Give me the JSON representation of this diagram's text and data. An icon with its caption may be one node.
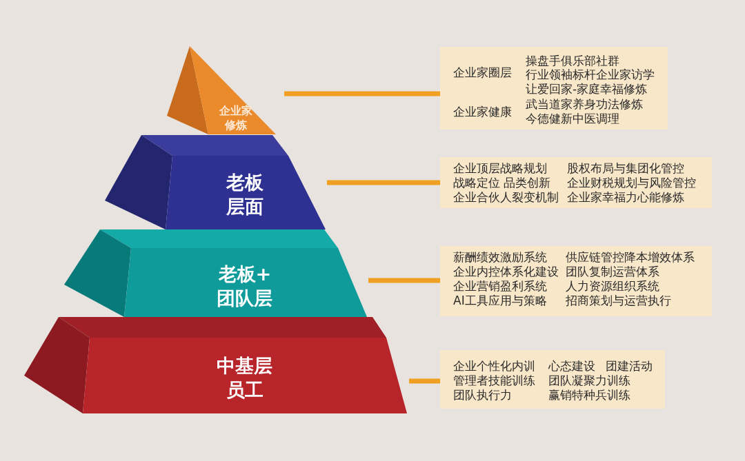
{
  "diagram": {
    "nodes": [
      {
        "text": [
          "企业家修炼"
        ]
      },
      {
        "text": [
          "老板层面"
        ]
      },
      {
        "text": [
          "老板+团队层"
        ]
      },
      {
        "text": [
          "中基层员工"
        ]
      },
      {
        "text": [
          "企业家圈层",
          "操盘手俱乐部社群",
          "行业领袖标杆企业家访学",
          "让爱回家-家庭幸福修炼",
          "企业家健康",
          "武当道家养身功法修炼",
          "今德健新中医调理"
        ]
      },
      {
        "text": [
          "企业顶层战略规划",
          "股权布局与集团化管控",
          "战略定位 品类创新",
          "企业财税规划与风险管控",
          "企业合伙人裂变机制",
          "企业家幸福力心能修炼"
        ]
      },
      {
        "text": [
          "薪酬绩效激励系统",
          "供应链管控降本增效体系",
          "企业内控体系化建设",
          "团队复制运营体系",
          "企业营销盈利系统",
          "人力资源组织系统",
          "AI工具应用与策略",
          "招商策划与运营执行"
        ]
      },
      {
        "text": [
          "企业个性化内训",
          "心态建设",
          "团建活动",
          "管理者技能训练",
          "团队凝聚力训练",
          "团队执行力",
          "赢销特种兵训练"
        ]
      }
    ],
    "edges": [
      {
        "from": 0,
        "to": 4,
        "arrow": "none"
      },
      {
        "from": 1,
        "to": 5,
        "arrow": "none"
      },
      {
        "from": 2,
        "to": 6,
        "arrow": "none"
      },
      {
        "from": 3,
        "to": 7,
        "arrow": "none"
      }
    ]
  }
}
